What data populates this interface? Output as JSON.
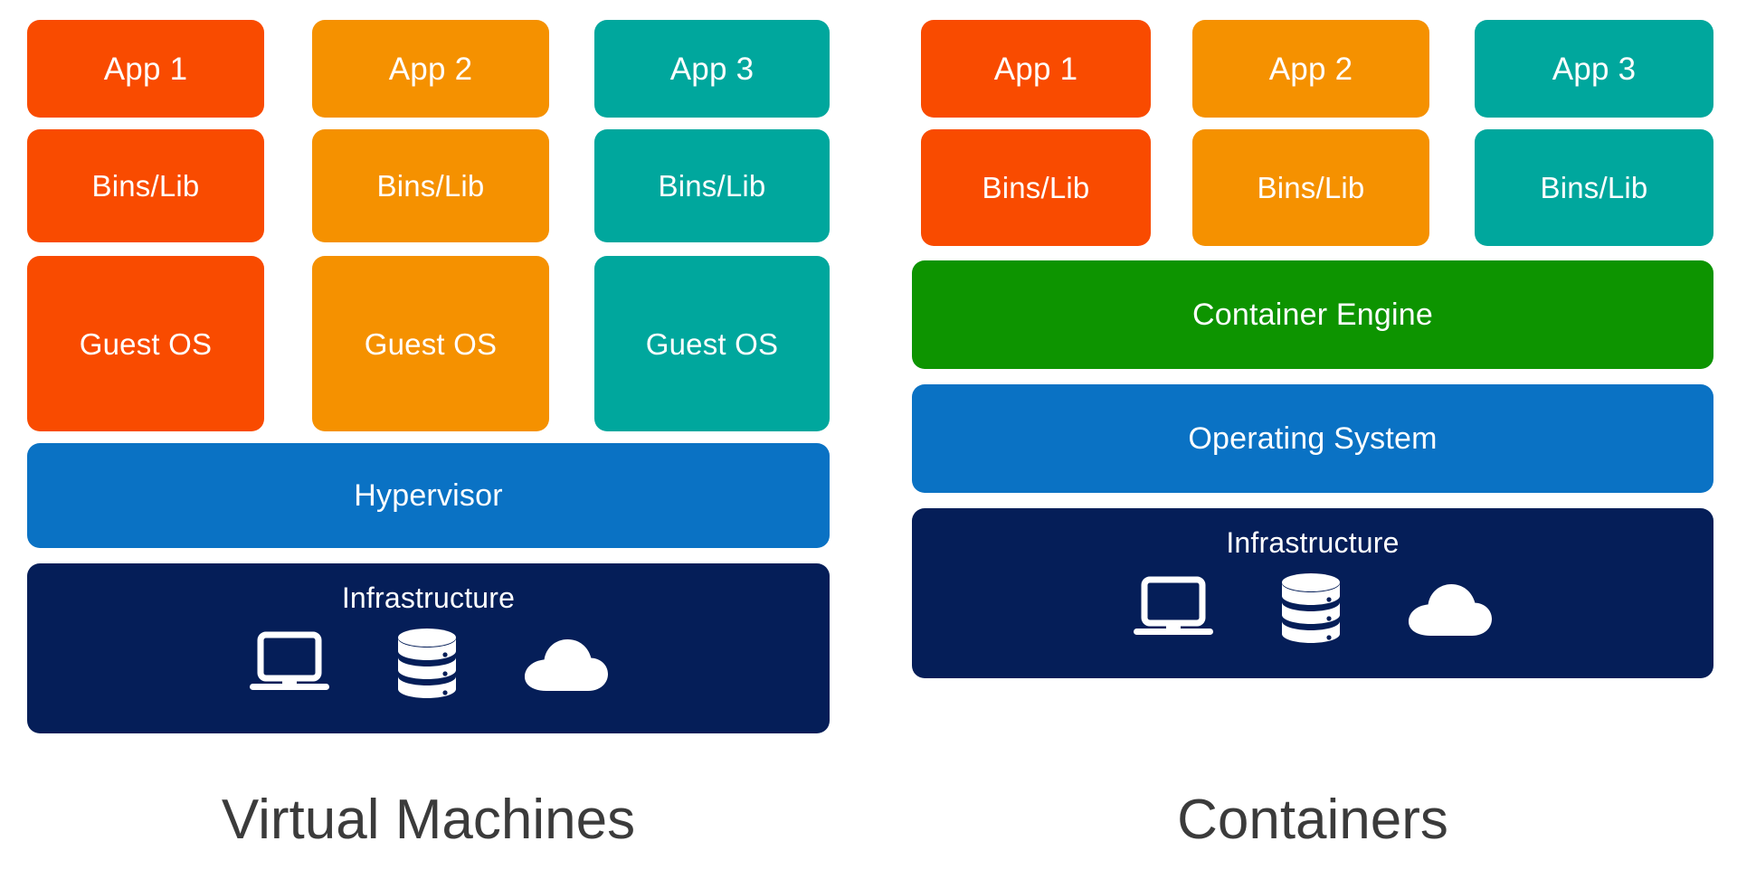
{
  "diagram": {
    "title_left": "Virtual Machines",
    "title_right": "Containers",
    "colors": {
      "red_orange": "#F94B00",
      "orange": "#F59100",
      "teal": "#00A79D",
      "green": "#0D9400",
      "blue": "#0A72C4",
      "navy": "#051E58",
      "caption_text": "#3b3b3b",
      "block_text": "#ffffff",
      "background": "#ffffff"
    },
    "icons": [
      "laptop-icon",
      "database-icon",
      "cloud-icon"
    ]
  },
  "vm": {
    "columns": [
      {
        "app": "App 1",
        "bins": "Bins/Lib",
        "guest": "Guest OS",
        "color": "#F94B00"
      },
      {
        "app": "App 2",
        "bins": "Bins/Lib",
        "guest": "Guest OS",
        "color": "#F59100"
      },
      {
        "app": "App 3",
        "bins": "Bins/Lib",
        "guest": "Guest OS",
        "color": "#00A79D"
      }
    ],
    "hypervisor": "Hypervisor",
    "infrastructure": "Infrastructure",
    "caption": "Virtual Machines"
  },
  "container": {
    "columns": [
      {
        "app": "App 1",
        "bins": "Bins/Lib",
        "color": "#F94B00"
      },
      {
        "app": "App 2",
        "bins": "Bins/Lib",
        "color": "#F59100"
      },
      {
        "app": "App 3",
        "bins": "Bins/Lib",
        "color": "#00A79D"
      }
    ],
    "engine": "Container Engine",
    "operating_system": "Operating System",
    "infrastructure": "Infrastructure",
    "caption": "Containers"
  }
}
